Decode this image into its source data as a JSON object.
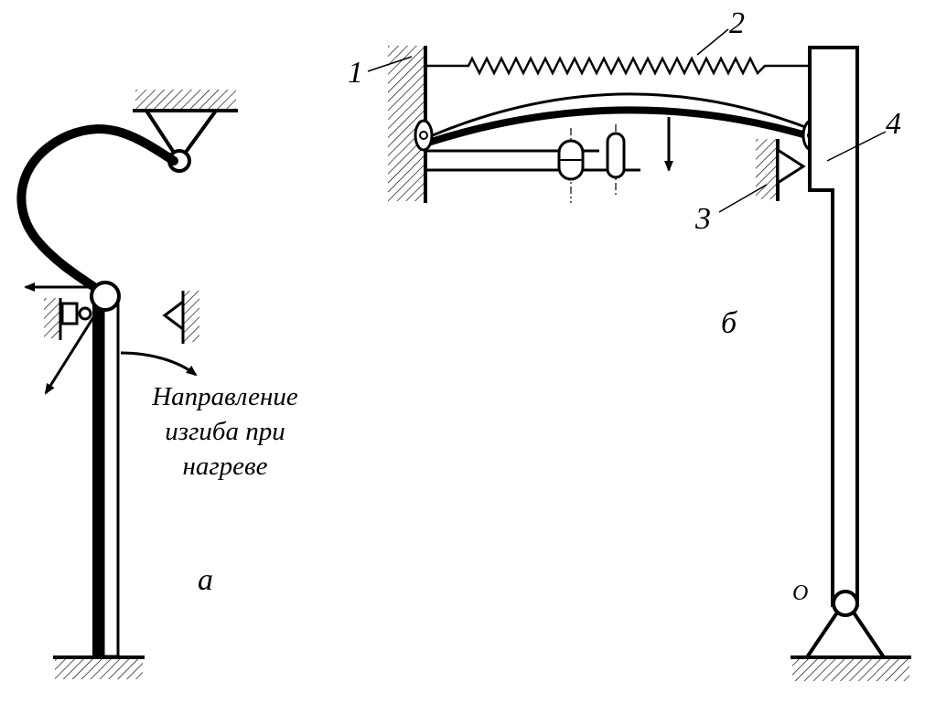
{
  "panel_a": {
    "caption": "а",
    "annotation": [
      "Направление",
      "изгиба при",
      "нагреве"
    ]
  },
  "panel_b": {
    "caption": "б",
    "labels": {
      "part_1": "1",
      "part_2": "2",
      "part_3": "3",
      "part_4": "4",
      "pivot": "O"
    }
  },
  "style": {
    "stroke": "#000000",
    "background": "#ffffff"
  }
}
